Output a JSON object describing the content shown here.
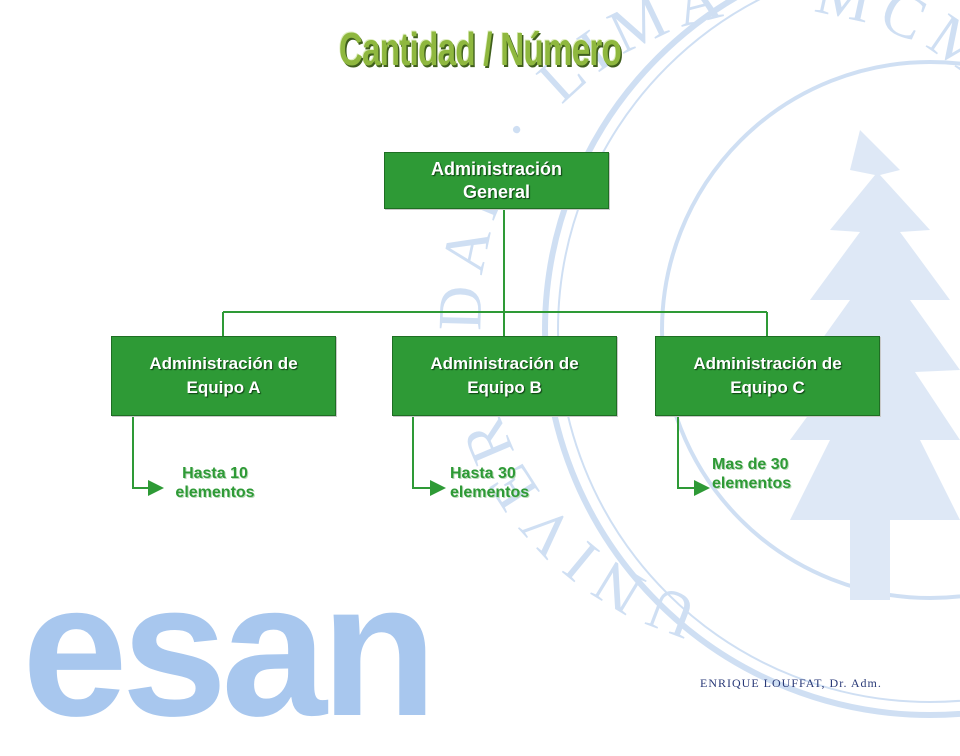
{
  "title": "Cantidad / Número",
  "root": {
    "label": "Administración\nGeneral"
  },
  "teams": [
    {
      "label": "Administración de\nEquipo A",
      "note": "Hasta 10\nelementos"
    },
    {
      "label": "Administración de\nEquipo B",
      "note": "Hasta 30\nelementos"
    },
    {
      "label": "Administración de\nEquipo C",
      "note": "Mas de 30\nelementos"
    }
  ],
  "logo_text": "esan",
  "seal_text": "UNIVERSIDAD · LIMA · MCML",
  "author": "ENRIQUE LOUFFAT, Dr. Adm.",
  "colors": {
    "box_fill": "#2e9a36",
    "connector": "#2e9a36",
    "title": "#8fb83f",
    "logo": "#a8c7ee",
    "seal": "#a9c6ea"
  }
}
